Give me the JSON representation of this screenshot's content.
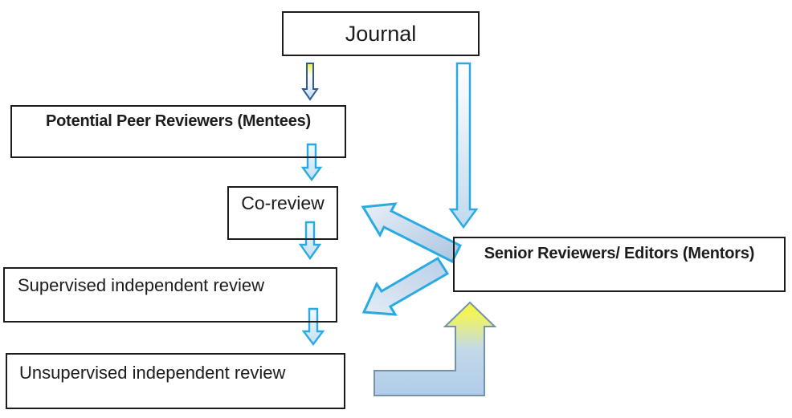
{
  "diagram": {
    "description": "Flowchart of a peer-review mentoring pathway between a journal, mentee reviewers and mentor editors",
    "boxes": {
      "journal": {
        "label": "Journal"
      },
      "mentees": {
        "label": "Potential Peer Reviewers (Mentees)"
      },
      "co_review": {
        "label": "Co-review"
      },
      "supervised": {
        "label": "Supervised independent review"
      },
      "unsupervised": {
        "label": "Unsupervised independent review"
      },
      "mentors": {
        "label": "Senior Reviewers/ Editors (Mentors)"
      }
    },
    "flow_edges": [
      {
        "from": "Journal",
        "to": "Potential Peer Reviewers (Mentees)",
        "style": "small gradient arrow, dark blue outline"
      },
      {
        "from": "Journal",
        "to": "Senior Reviewers/ Editors (Mentors)",
        "style": "long cyan arrow"
      },
      {
        "from": "Potential Peer Reviewers (Mentees)",
        "to": "Co-review",
        "style": "small cyan arrow"
      },
      {
        "from": "Co-review",
        "to": "Supervised independent review",
        "style": "small cyan arrow"
      },
      {
        "from": "Supervised independent review",
        "to": "Unsupervised independent review",
        "style": "small cyan arrow"
      },
      {
        "from": "Senior Reviewers/ Editors (Mentors)",
        "to": "Co-review",
        "style": "thick diagonal cyan arrow"
      },
      {
        "from": "Senior Reviewers/ Editors (Mentors)",
        "to": "Supervised independent review",
        "style": "thick diagonal cyan arrow"
      },
      {
        "from": "review stages (bottom)",
        "to": "Senior Reviewers/ Editors (Mentors)",
        "style": "bent L-shaped arrow, yellow head fading to blue"
      }
    ],
    "colors": {
      "background": "#ffffff",
      "box_border": "#1c1c1c",
      "cyan_arrow_outline": "#29abe2",
      "dark_blue_arrow_outline": "#2e5b97",
      "bent_arrow_outline": "#7591ad",
      "arrow_fill_light_blue": "#c3ddf2",
      "arrow_fill_steel_blue": "#abc5e0",
      "arrow_fill_yellow": "#f4f63b"
    }
  }
}
